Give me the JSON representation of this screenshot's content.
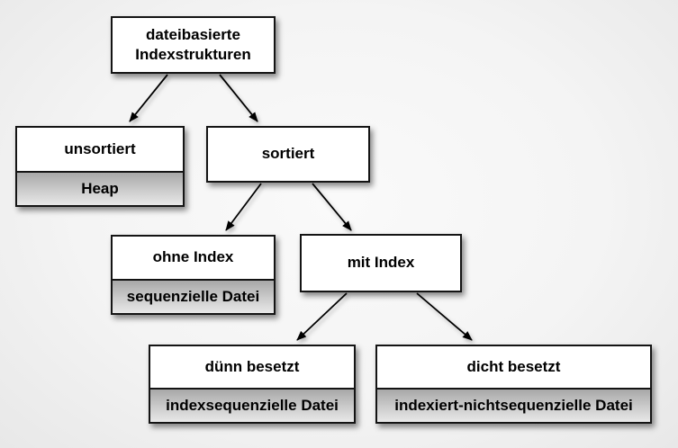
{
  "diagram": {
    "nodes": {
      "root": {
        "label": "dateibasierte Indexstrukturen"
      },
      "unsortiert": {
        "label": "unsortiert",
        "sublabel": "Heap"
      },
      "sortiert": {
        "label": "sortiert"
      },
      "ohne_index": {
        "label": "ohne Index",
        "sublabel": "sequenzielle Datei"
      },
      "mit_index": {
        "label": "mit Index"
      },
      "duenn": {
        "label": "dünn besetzt",
        "sublabel": "indexsequenzielle Datei"
      },
      "dicht": {
        "label": "dicht besetzt",
        "sublabel": "indexiert-nichtsequenzielle Datei"
      }
    },
    "edges": [
      {
        "from": "root",
        "to": "unsortiert"
      },
      {
        "from": "root",
        "to": "sortiert"
      },
      {
        "from": "sortiert",
        "to": "ohne_index"
      },
      {
        "from": "sortiert",
        "to": "mit_index"
      },
      {
        "from": "mit_index",
        "to": "duenn"
      },
      {
        "from": "mit_index",
        "to": "dicht"
      }
    ],
    "colors": {
      "page_background": "#f0f0f0",
      "box_background": "#ffffff",
      "box_border": "#141414",
      "sublabel_gradient_top": "#a8a8a8",
      "sublabel_gradient_bottom": "#e8e8e8",
      "arrow": "#000000",
      "text": "#000000"
    }
  }
}
